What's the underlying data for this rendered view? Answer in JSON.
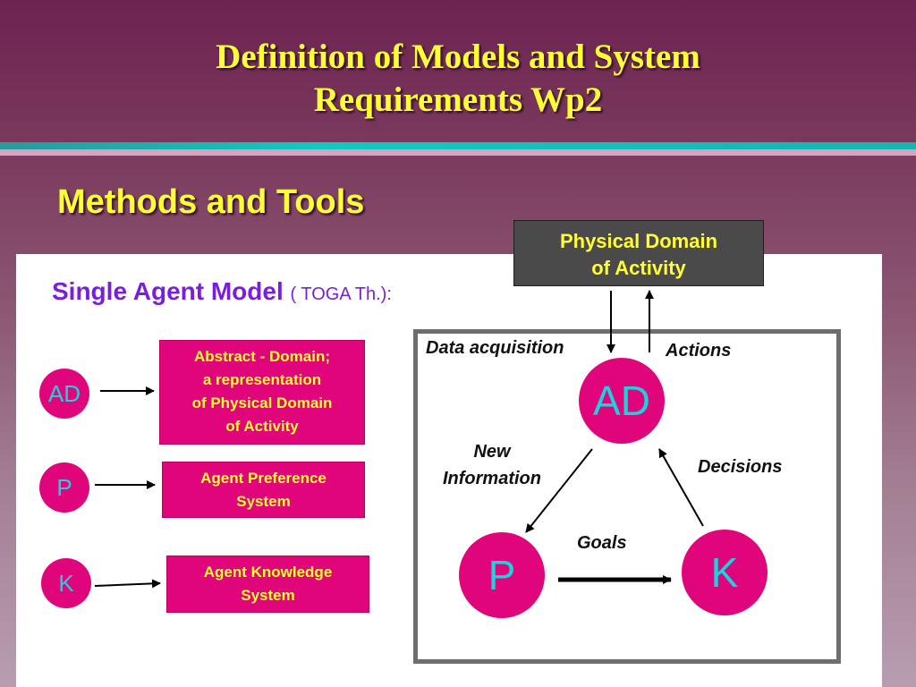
{
  "slide": {
    "title_line1": "Definition of Models and System",
    "title_line2": "Requirements Wp2",
    "subtitle": "Methods and Tools"
  },
  "model": {
    "title": "Single Agent Model",
    "title_paren": "( TOGA Th.):"
  },
  "legend": [
    {
      "abbr": "AD",
      "lines": [
        "Abstract - Domain;",
        "a representation",
        "of Physical Domain",
        "of Activity"
      ]
    },
    {
      "abbr": "P",
      "lines": [
        "Agent Preference",
        "System"
      ]
    },
    {
      "abbr": "K",
      "lines": [
        "Agent Knowledge",
        "System"
      ]
    }
  ],
  "diagram": {
    "physical_domain": [
      "Physical Domain",
      "of Activity"
    ],
    "nodes": {
      "ad": "AD",
      "p": "P",
      "k": "K"
    },
    "labels": {
      "data_acquisition": "Data acquisition",
      "actions": "Actions",
      "new_information": [
        "New",
        "Information"
      ],
      "decisions": "Decisions",
      "goals": "Goals"
    }
  },
  "colors": {
    "title_yellow": "#ffff33",
    "node_magenta": "#e0057a",
    "node_text_cyan": "#19d3de",
    "model_title_purple": "#7a1fd9"
  }
}
